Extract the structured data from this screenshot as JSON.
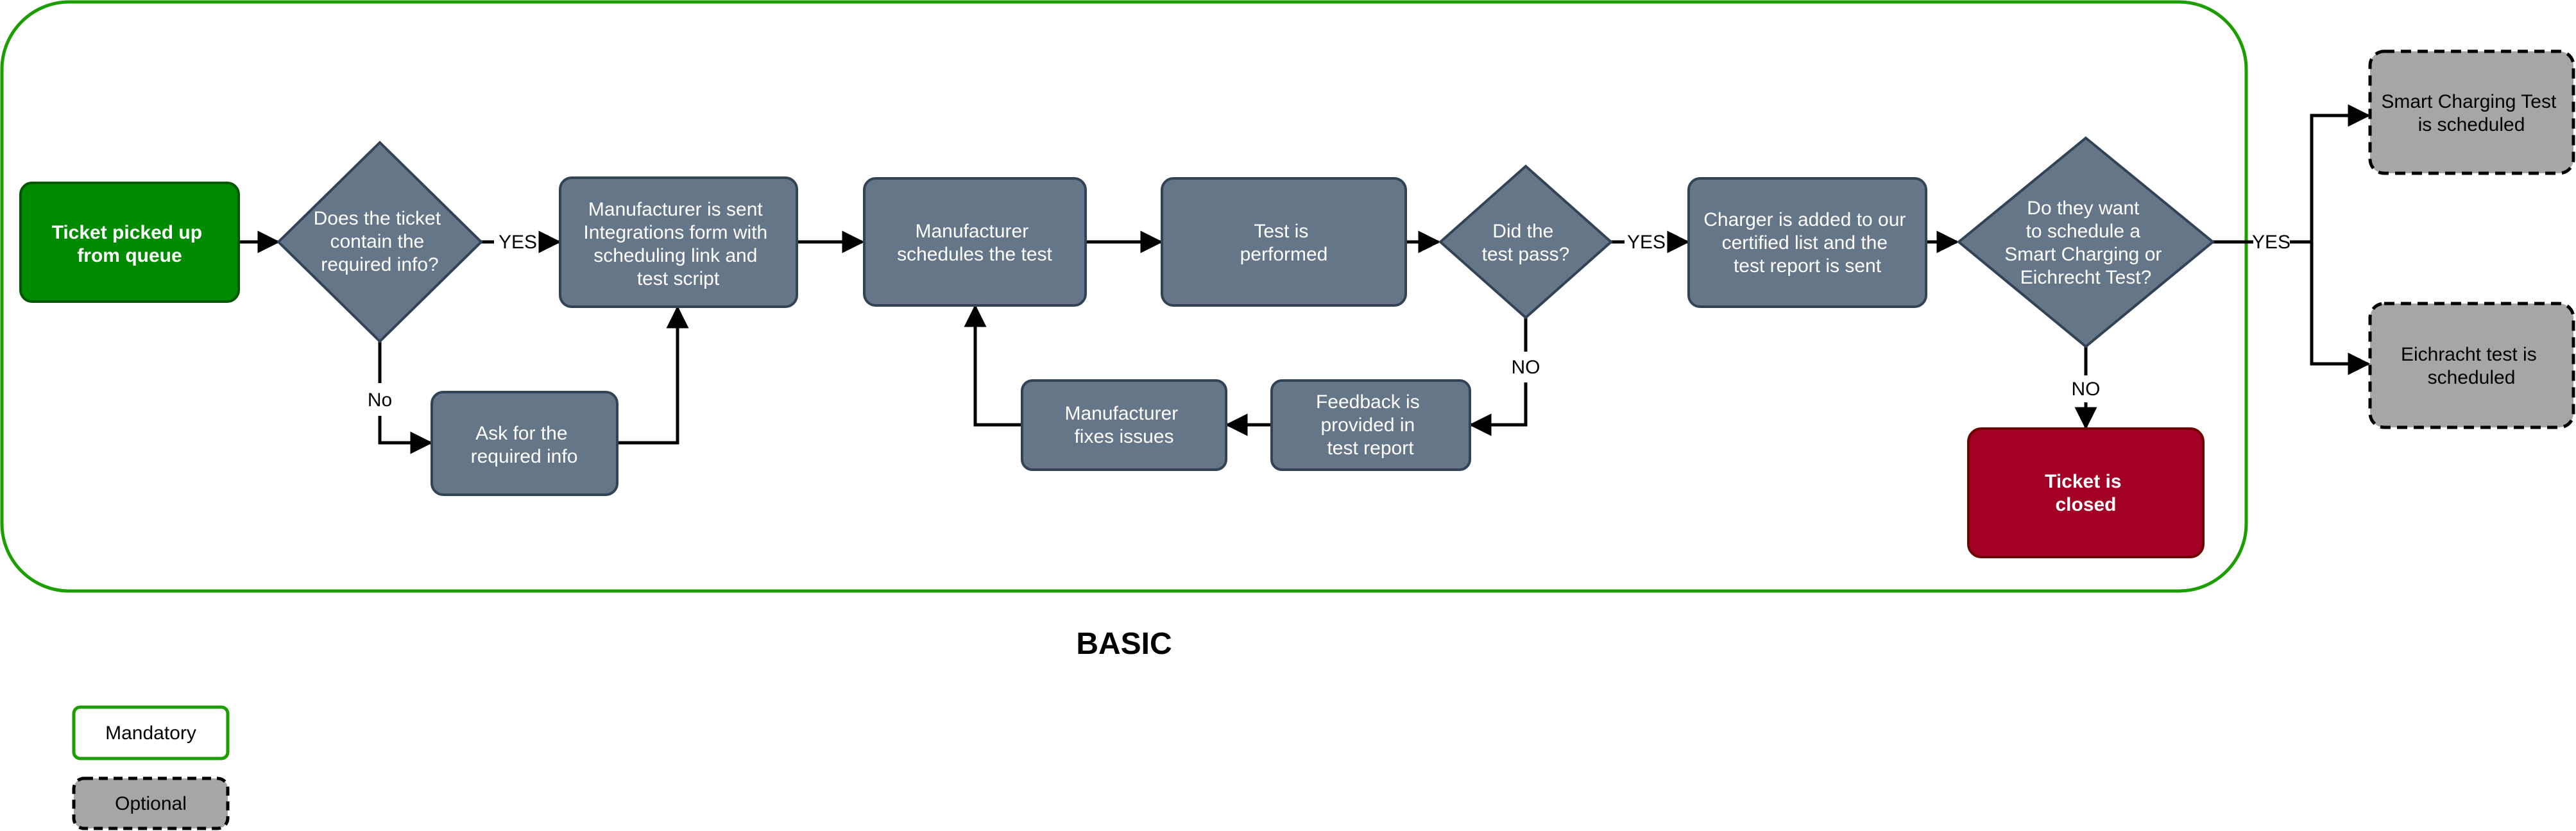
{
  "diagram": {
    "section_title": "BASIC",
    "colors": {
      "start_fill": "#008a00",
      "start_stroke": "#005700",
      "process_fill": "#647687",
      "process_stroke": "#314354",
      "end_fill": "#a20025",
      "end_stroke": "#6f0000",
      "optional_fill": "#a6a6a6",
      "boundary_stroke": "#1a9e00"
    },
    "nodes": {
      "start": [
        "Ticket picked up",
        "from queue"
      ],
      "decision_info": [
        "Does the ticket",
        "contain the",
        "required info?"
      ],
      "manufacturer_sent": [
        "Manufacturer is sent",
        "Integrations form with",
        "scheduling link and",
        "test script"
      ],
      "ask_info": [
        "Ask for the",
        "required info"
      ],
      "schedules_test": [
        "Manufacturer",
        "schedules the test"
      ],
      "test_performed": [
        "Test is",
        "performed"
      ],
      "decision_pass": [
        "Did the",
        "test pass?"
      ],
      "charger_added": [
        "Charger is added to our",
        "certified list and the",
        "test report is sent"
      ],
      "feedback": [
        "Feedback is",
        "provided in",
        "test report"
      ],
      "fixes_issues": [
        "Manufacturer",
        "fixes issues"
      ],
      "decision_schedule": [
        "Do they want",
        "to schedule a",
        "Smart Charging or",
        "Eichrecht Test?"
      ],
      "ticket_closed": [
        "Ticket is",
        "closed"
      ],
      "smart_charging": [
        "Smart Charging Test",
        "is scheduled"
      ],
      "eichrecht": [
        "Eichracht test is",
        "scheduled"
      ]
    },
    "edge_labels": {
      "info_yes": "YES",
      "info_no": "No",
      "pass_yes": "YES",
      "pass_no": "NO",
      "schedule_yes": "YES",
      "schedule_no": "NO"
    },
    "legend": {
      "mandatory": "Mandatory",
      "optional": "Optional"
    }
  }
}
